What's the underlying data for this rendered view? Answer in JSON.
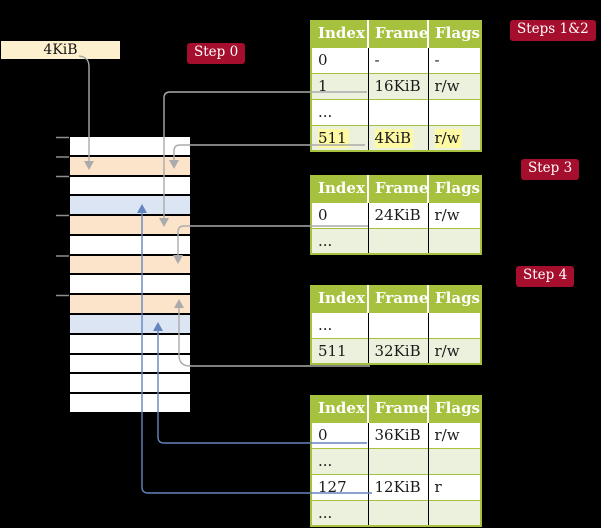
{
  "size_box": {
    "label": "4KiB"
  },
  "badges": {
    "step0": "Step 0",
    "steps12": "Steps 1&2",
    "step3": "Step 3",
    "step4": "Step 4"
  },
  "memory_stack": {
    "rows": [
      {
        "fill": "white"
      },
      {
        "fill": "peach"
      },
      {
        "fill": "white"
      },
      {
        "fill": "blue"
      },
      {
        "fill": "peach"
      },
      {
        "fill": "white"
      },
      {
        "fill": "peach"
      },
      {
        "fill": "white"
      },
      {
        "fill": "peach"
      },
      {
        "fill": "blue"
      },
      {
        "fill": "white"
      },
      {
        "fill": "white"
      },
      {
        "fill": "white"
      },
      {
        "fill": "white"
      }
    ],
    "fill_colors": {
      "white": "#ffffff",
      "peach": "#fce4cb",
      "blue": "#dbe5f3"
    }
  },
  "tables": [
    {
      "id": "page-table-steps-1-2",
      "headers": [
        "Index",
        "Frame",
        "Flags"
      ],
      "rows": [
        {
          "cells": [
            "0",
            "-",
            "-"
          ]
        },
        {
          "cells": [
            "1",
            "16KiB",
            "r/w"
          ]
        },
        {
          "cells": [
            "...",
            "",
            ""
          ]
        },
        {
          "cells": [
            "511",
            "4KiB",
            "r/w"
          ],
          "highlighted": true
        }
      ]
    },
    {
      "id": "page-table-step-3",
      "headers": [
        "Index",
        "Frame",
        "Flags"
      ],
      "rows": [
        {
          "cells": [
            "0",
            "24KiB",
            "r/w"
          ]
        },
        {
          "cells": [
            "...",
            "",
            ""
          ]
        }
      ]
    },
    {
      "id": "page-table-step-4a",
      "headers": [
        "Index",
        "Frame",
        "Flags"
      ],
      "rows": [
        {
          "cells": [
            "...",
            "",
            ""
          ]
        },
        {
          "cells": [
            "511",
            "32KiB",
            "r/w"
          ]
        }
      ]
    },
    {
      "id": "page-table-step-4b",
      "headers": [
        "Index",
        "Frame",
        "Flags"
      ],
      "rows": [
        {
          "cells": [
            "0",
            "36KiB",
            "r/w"
          ]
        },
        {
          "cells": [
            "...",
            "",
            ""
          ]
        },
        {
          "cells": [
            "127",
            "12KiB",
            "r"
          ]
        },
        {
          "cells": [
            "...",
            "",
            ""
          ]
        }
      ]
    }
  ],
  "colors": {
    "background": "#000000",
    "table_header_bg": "#a6c13e",
    "table_row_shaded": "#ebf1dc",
    "highlight_yellow": "#fef9a3",
    "badge_red": "#a50e2d",
    "stack_peach": "#fce4cb",
    "stack_blue": "#dbe5f3",
    "size_box_cream": "#fcf0ce",
    "gray_connector": "#ababab",
    "blue_connector": "#6485be"
  }
}
